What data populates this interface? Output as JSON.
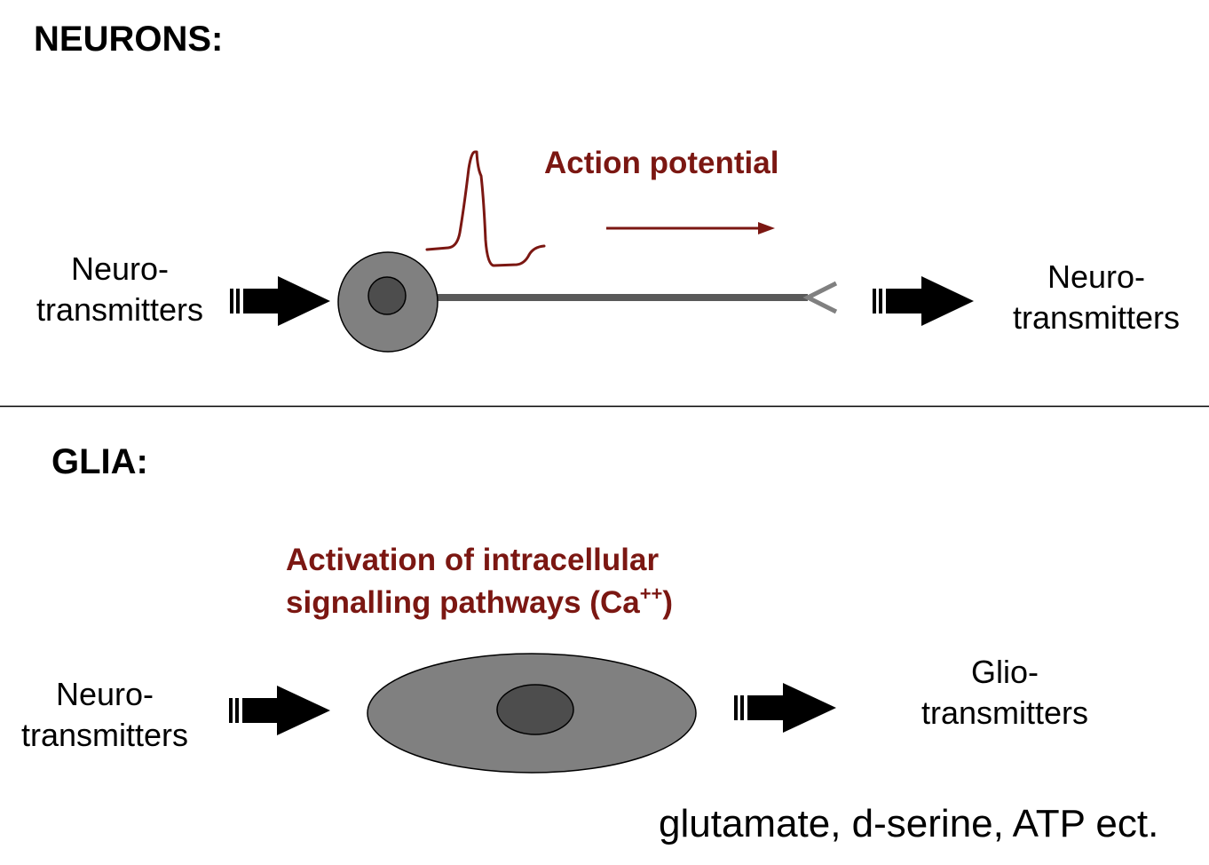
{
  "colors": {
    "accent": "#7b1712",
    "cell_body": "#808080",
    "nucleus": "#4d4d4d",
    "axon": "#595959",
    "arrow": "#000000",
    "divider": "#000000"
  },
  "neurons": {
    "heading": "NEURONS:",
    "input_label": [
      "Neuro-",
      "transmitters"
    ],
    "output_label": [
      "Neuro-",
      "transmitters"
    ],
    "action_potential_label": "Action potential"
  },
  "glia": {
    "heading": "GLIA:",
    "input_label": [
      "Neuro-",
      "transmitters"
    ],
    "output_label": [
      "Glio-",
      "transmitters"
    ],
    "activation_line1": "Activation of intracellular",
    "activation_line2": "signalling pathways (Ca",
    "activation_superscript": "++",
    "activation_close": ")",
    "examples": "glutamate, d-serine, ATP ect."
  }
}
